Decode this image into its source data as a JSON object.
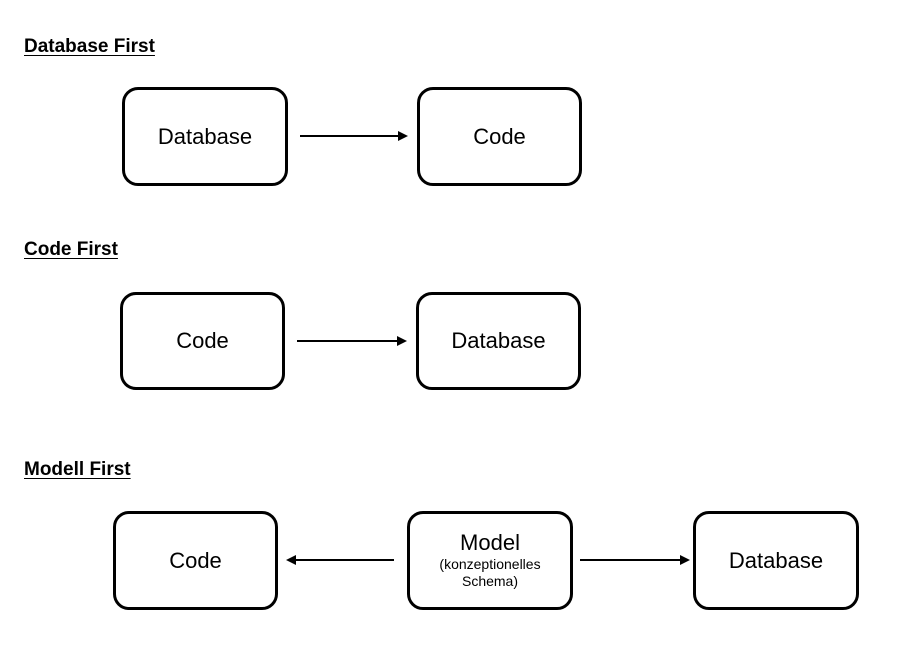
{
  "sections": [
    {
      "heading": "Database First",
      "boxes": [
        {
          "label": "Database"
        },
        {
          "label": "Code"
        }
      ],
      "arrows": [
        {
          "from": "Database",
          "to": "Code"
        }
      ]
    },
    {
      "heading": "Code First",
      "boxes": [
        {
          "label": "Code"
        },
        {
          "label": "Database"
        }
      ],
      "arrows": [
        {
          "from": "Code",
          "to": "Database"
        }
      ]
    },
    {
      "heading": "Modell First",
      "boxes": [
        {
          "label": "Code"
        },
        {
          "label": "Model",
          "sublabel": "(konzeptionelles Schema)"
        },
        {
          "label": "Database"
        }
      ],
      "arrows": [
        {
          "from": "Model",
          "to": "Code"
        },
        {
          "from": "Model",
          "to": "Database"
        }
      ]
    }
  ]
}
